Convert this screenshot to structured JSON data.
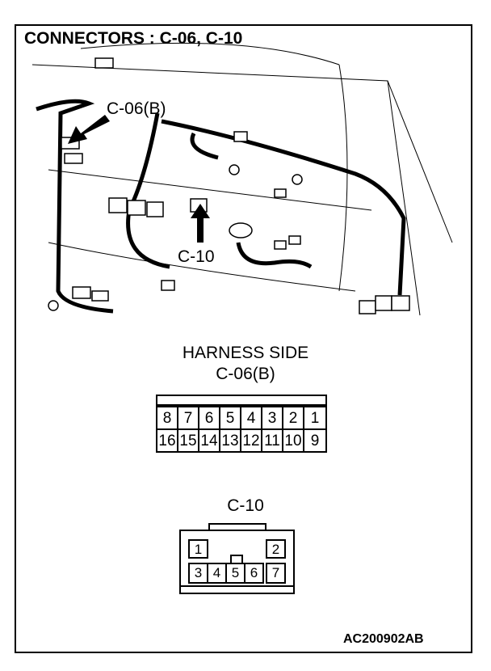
{
  "title": "CONNECTORS : C-06, C-10",
  "callouts": {
    "c06": "C-06(B)",
    "c10": "C-10"
  },
  "harness_side": "HARNESS SIDE",
  "c06": {
    "label": "C-06(B)",
    "top_row": [
      "8",
      "7",
      "6",
      "5",
      "4",
      "3",
      "2",
      "1"
    ],
    "bottom_row": [
      "16",
      "15",
      "14",
      "13",
      "12",
      "11",
      "10",
      "9"
    ]
  },
  "c10": {
    "label": "C-10",
    "pins": [
      "1",
      "2",
      "3",
      "4",
      "5",
      "6",
      "7"
    ]
  },
  "figure_code": "AC200902AB"
}
